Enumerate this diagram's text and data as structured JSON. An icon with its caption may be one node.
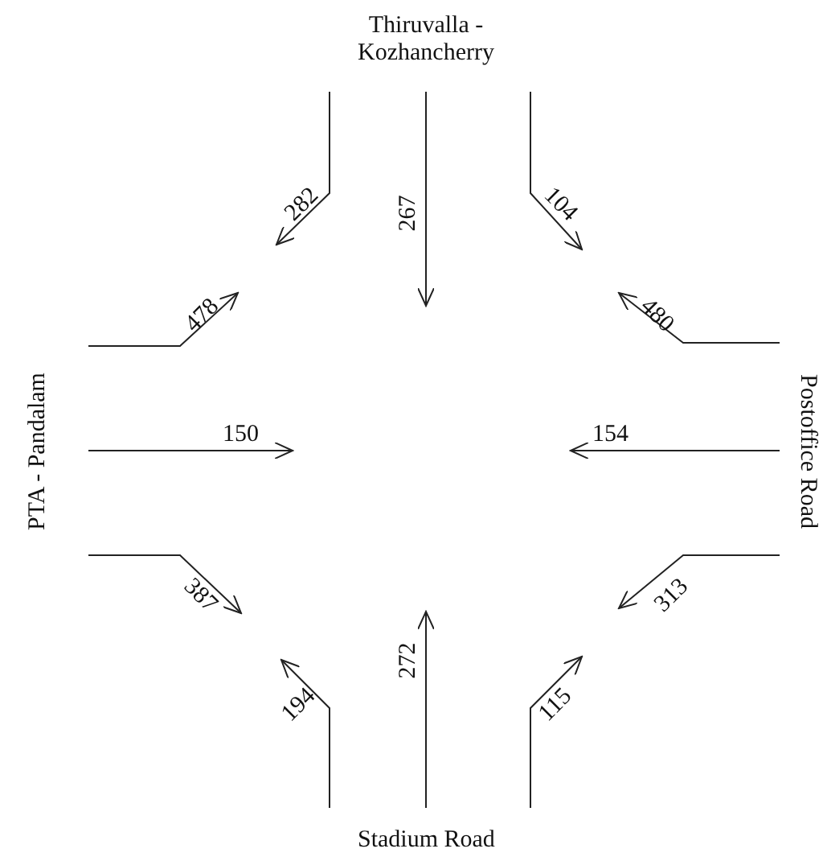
{
  "diagram": {
    "labels": [
      "Thiruvalla - Kozhancherry",
      "282",
      "267",
      "104",
      "478",
      "480",
      "PTA - Pandalam",
      "150",
      "154",
      "Postoffice Road",
      "387",
      "313",
      "194",
      "272",
      "115",
      "Stadium Road"
    ]
  }
}
